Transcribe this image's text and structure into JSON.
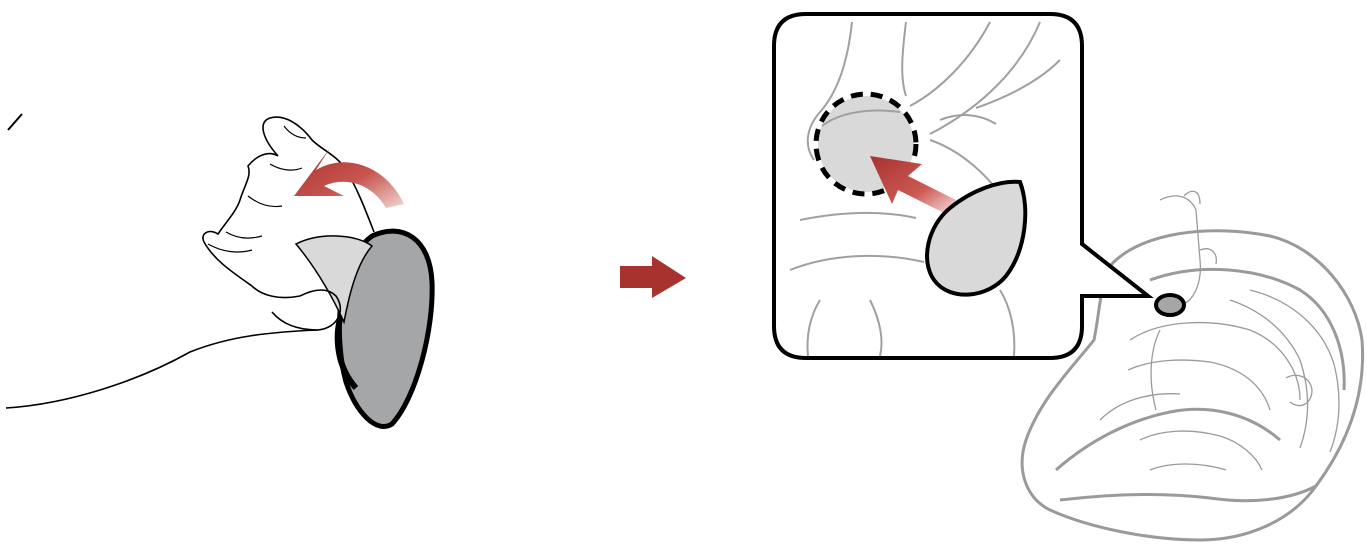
{
  "illustration": {
    "steps": [
      {
        "name": "peel-backing"
      },
      {
        "name": "attach-pad"
      }
    ],
    "colors": {
      "arrow": "#a8332e",
      "pad": "#a5a6a8",
      "pad_light": "#d9d9da",
      "outline": "#000000",
      "helmet_line": "#9a9a9a"
    },
    "icons": [
      "curved-arrow-icon",
      "right-arrow-icon",
      "push-arrow-icon",
      "dashed-target-circle"
    ]
  }
}
